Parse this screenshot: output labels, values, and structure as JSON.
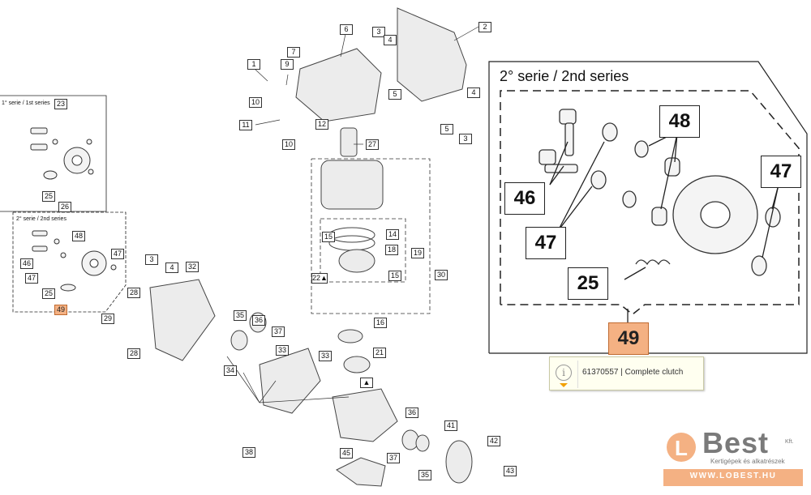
{
  "panel_first_series": {
    "title": "1° serie / 1st series",
    "label_main": "23",
    "labels": [
      "25",
      "26"
    ]
  },
  "panel_second_series_small": {
    "title": "2° serie / 2nd series",
    "labels": [
      "48",
      "46",
      "47",
      "47",
      "25"
    ],
    "kit_label": "49"
  },
  "panel_second_series_zoom": {
    "title": "2° serie / 2nd series",
    "labels": {
      "l48": "48",
      "l47a": "47",
      "l46": "46",
      "l47b": "47",
      "l25": "25"
    },
    "kit_label": "49"
  },
  "tooltip": {
    "text": "61370557 | Complete clutch"
  },
  "callouts": {
    "c1": "1",
    "c2": "2",
    "c3a": "3",
    "c3b": "3",
    "c3c": "3",
    "c4a": "4",
    "c4b": "4",
    "c4c": "4",
    "c5a": "5",
    "c5b": "5",
    "c6": "6",
    "c7": "7",
    "c9": "9",
    "c10a": "10",
    "c10b": "10",
    "c11": "11",
    "c12": "12",
    "c14": "14",
    "c15a": "15",
    "c15b": "15",
    "c16": "16",
    "c18": "18",
    "c19": "19",
    "c21": "21",
    "c22": "22▲",
    "c27": "27",
    "c28a": "28",
    "c28b": "28",
    "c29": "29",
    "c30": "30",
    "c32": "32",
    "c33a": "33",
    "c33b": "33",
    "c34": "34",
    "c35a": "35",
    "c35b": "35",
    "c36a": "36",
    "c36b": "36",
    "c37a": "37",
    "c37b": "37",
    "c38": "38",
    "c41": "41",
    "c42": "42",
    "c43": "43",
    "c45": "45",
    "c_tri": "▲"
  },
  "logo": {
    "brand": "Best",
    "suffix": "Kft.",
    "tagline": "Kertigépek és alkatrészek",
    "url": "WWW.LOBEST.HU"
  },
  "colors": {
    "highlight": "#f4b183",
    "line": "#222222",
    "part": "#555555"
  }
}
